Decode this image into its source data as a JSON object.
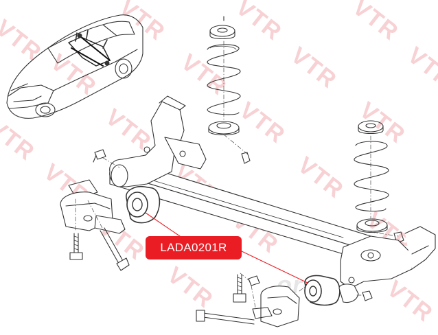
{
  "part_number": "LADA0201R",
  "watermark_text": "VTR",
  "site_watermark": "oreo.",
  "colors": {
    "label_bg": "#ea1c24",
    "label_text": "#ffffff",
    "watermark": "#f6c9cc",
    "line": "#333333",
    "leader": "#ea1c24"
  }
}
